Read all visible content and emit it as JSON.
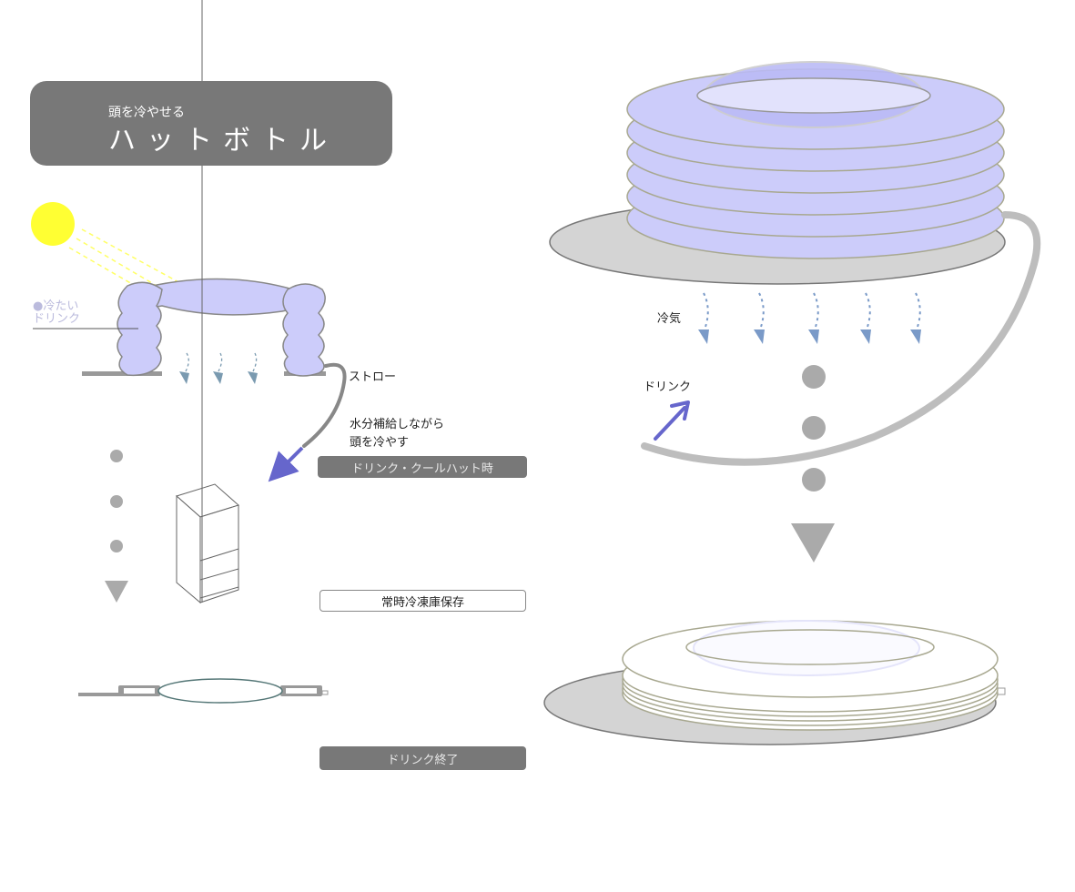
{
  "title": {
    "subtitle": "頭を冷やせる",
    "main": "ハットボトル"
  },
  "left_panel": {
    "cold_drink_label_line1": "●冷たい",
    "cold_drink_label_line2": "ドリンク",
    "straw_label": "ストロー",
    "description_line1": "水分補給しながら",
    "description_line2": "頭を冷やす"
  },
  "stages": [
    {
      "label": "ドリンク・クールハット時",
      "style": "dark"
    },
    {
      "label": "常時冷凍庫保存",
      "style": "light"
    },
    {
      "label": "ドリンク終了",
      "style": "dark"
    }
  ],
  "right_panel": {
    "cool_air_label": "冷気",
    "drink_label": "ドリンク"
  },
  "colors": {
    "hat_fill": "#ccccfa",
    "hat_stroke": "#a8a890",
    "brim_fill": "#d4d4d4",
    "straw": "#bdbdbd",
    "drink_arrow": "#6666cc",
    "cool_air_arrow": "#7a9ac8",
    "sun": "#ffff33",
    "stage_dark": "#787878"
  }
}
